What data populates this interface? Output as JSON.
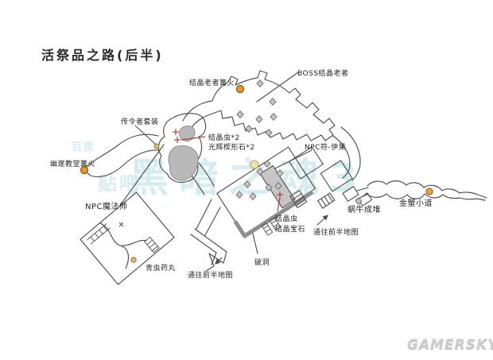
{
  "title": "活祭品之路(后半)",
  "watermark": {
    "top": "百度",
    "main": "黑暗之魂3",
    "sub": "贴吧"
  },
  "logo": {
    "text": "GAMERSKY"
  },
  "labels": {
    "bonfire_crystal_sage": "结晶老者篝火",
    "boss": "BOSS结晶老者",
    "herald_set": "传令者套装",
    "lizard2": "结晶虫*2",
    "twinkling2": "光辉楔形石*2",
    "npc_eygon": "NPC符-伊果",
    "bonfire_cathedral": "幽邃教堂篝火",
    "npc_sorcerer": "NPC魔法师",
    "pellet": "青虫药丸",
    "lizard": "结晶虫",
    "gem": "结晶宝石",
    "to_first_half_right": "通往前半地图",
    "to_first_half_bottom": "通往前半地图",
    "hole": "破洞",
    "snails": "蜗牛成堆",
    "crab_path": "金蟹小道"
  },
  "colors": {
    "line": "#4d4d4d",
    "building_fill": "#c6c6c6",
    "pond_fill": "#b9b9b9",
    "wall": "#8f8f8f",
    "bonfire": "#e8962e",
    "bonfire_ring": "#99601f",
    "item_dot": "#d9b978",
    "npc_dot": "#f2e3b0",
    "red_marker": "#b23c32",
    "watermark": "#7fc6d6",
    "logo_gray": "#cdcdcd"
  }
}
